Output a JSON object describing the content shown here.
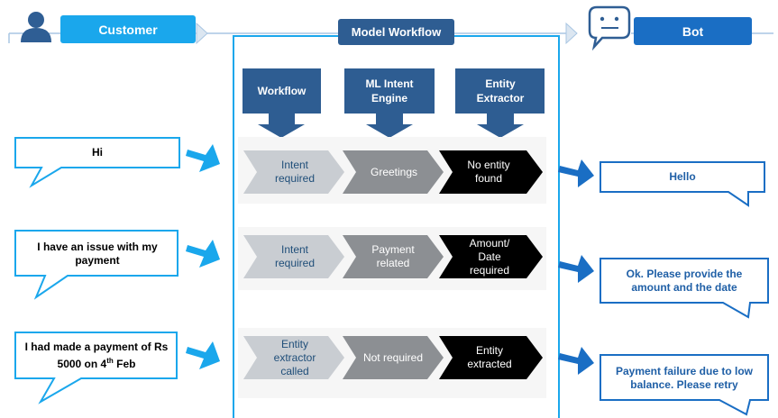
{
  "header": {
    "customer_label": "Customer",
    "model_workflow_label": "Model Workflow",
    "bot_label": "Bot"
  },
  "columns": {
    "workflow": "Workflow",
    "ml_intent_engine": "ML Intent Engine",
    "entity_extractor": "Entity Extractor"
  },
  "rows": [
    {
      "customer_message": "Hi",
      "steps": [
        "Intent required",
        "Greetings",
        "No entity found"
      ],
      "bot_reply": "Hello"
    },
    {
      "customer_message": "I have an issue with my payment",
      "steps": [
        "Intent required",
        "Payment related",
        "Amount/ Date required"
      ],
      "bot_reply": "Ok. Please provide the amount and the date"
    },
    {
      "customer_message_parts": {
        "before": "I had made a payment of Rs 5000 on 4",
        "sup": "th",
        "after": " Feb"
      },
      "steps": [
        "Entity extractor called",
        "Not required",
        "Entity extracted"
      ],
      "bot_reply": "Payment failure due to low balance. Please retry"
    }
  ],
  "icons": {
    "customer": "person-icon",
    "bot": "chat-bubble-face-icon",
    "flow_arrow": "blue-arrow-icon"
  },
  "colors": {
    "accent_blue": "#1aa7ec",
    "dark_blue": "#2e5d92",
    "bot_blue": "#1a6ec4",
    "step_light": "#c9cdd2",
    "step_mid": "#8c8f93",
    "step_dark": "#000000"
  }
}
